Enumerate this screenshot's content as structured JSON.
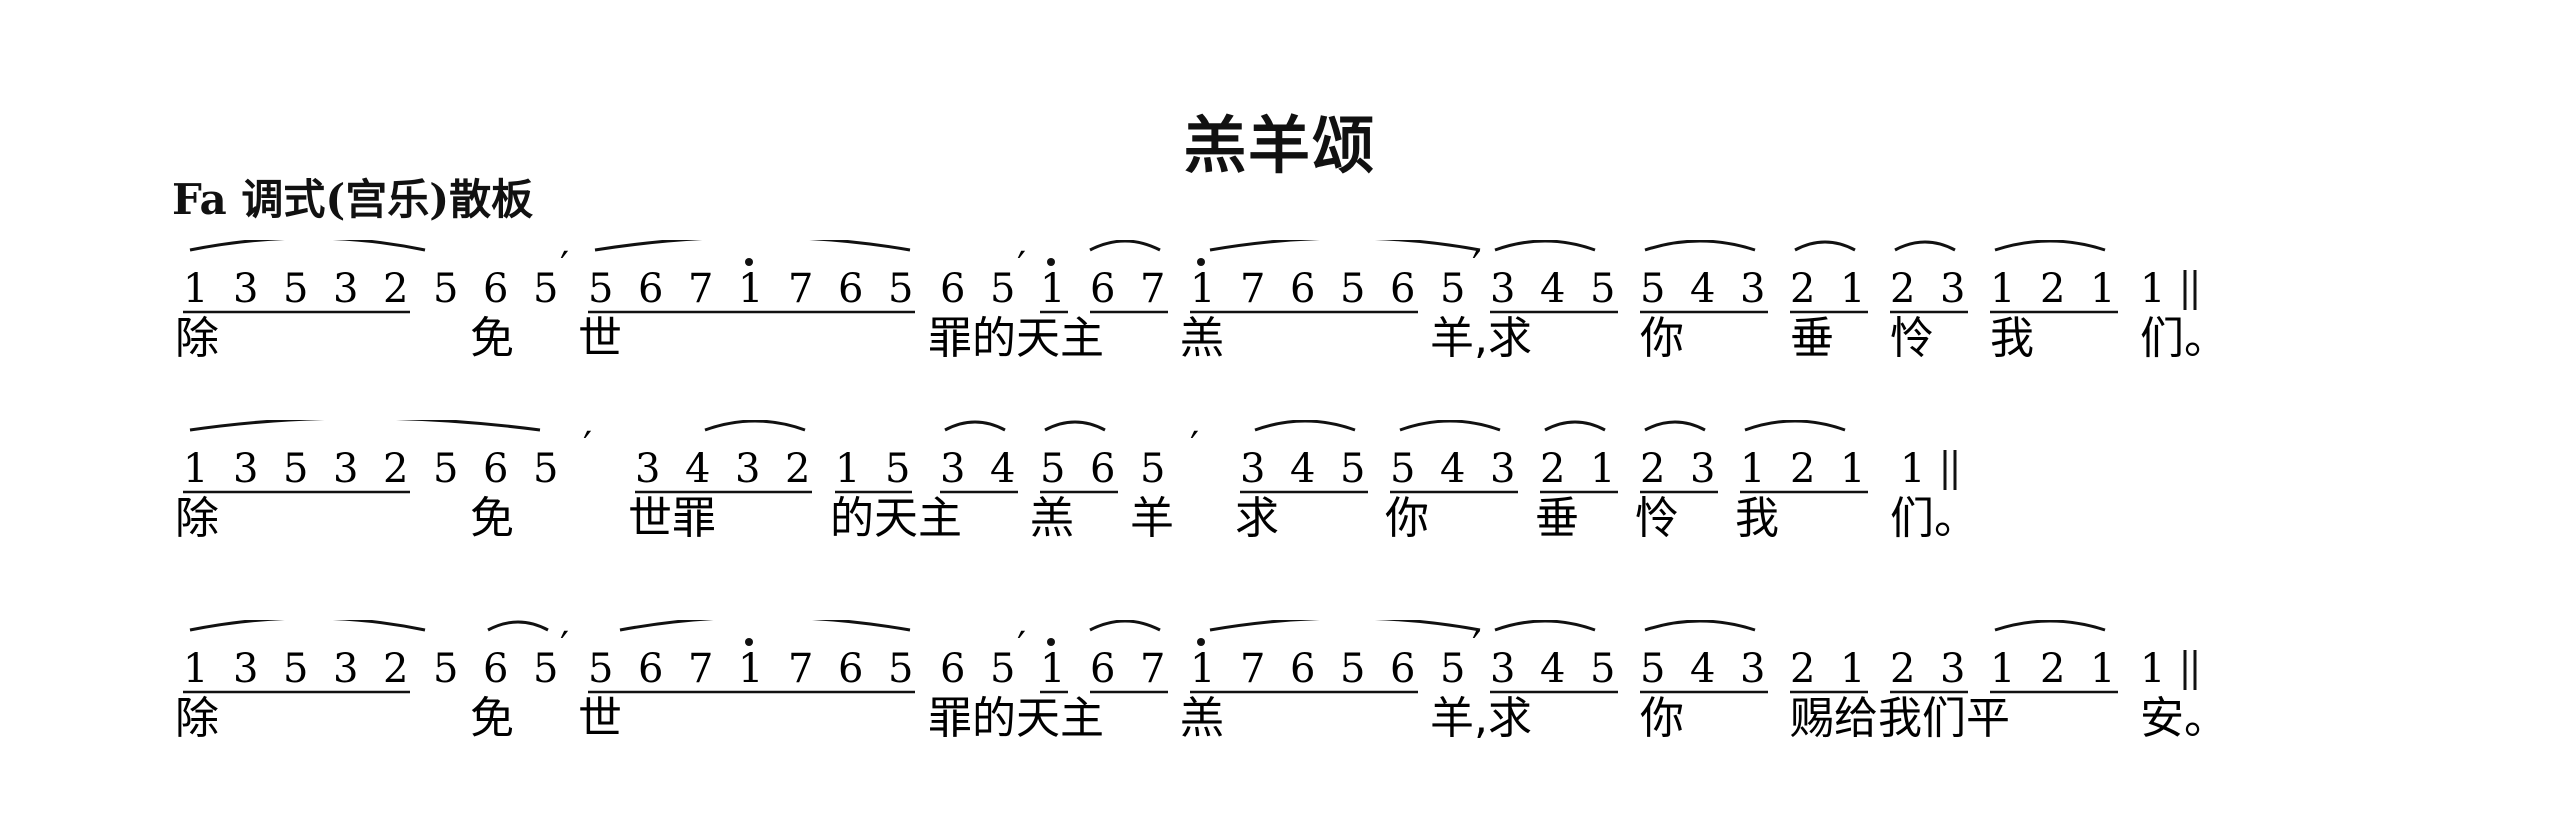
{
  "title": "羔羊颂",
  "mode_label": "Fa 调式(宫乐)散板",
  "rows": [
    {
      "notes": [
        "1",
        "3",
        "5",
        "3",
        "2",
        "5",
        "6",
        "5",
        "′",
        "5",
        "6",
        "7",
        "i",
        "7",
        "6",
        "5",
        "6",
        "5",
        "′",
        "i",
        "6",
        "7",
        "i",
        "7",
        "6",
        "5",
        "6",
        "5",
        "′",
        "3",
        "4",
        "5",
        "5",
        "4",
        "3",
        "2",
        "1",
        "2",
        "3",
        "1",
        "2",
        "1",
        "1"
      ],
      "lyrics": [
        "除",
        "免",
        "世",
        "罪的天主",
        "羔",
        "羊,求",
        "你",
        "垂",
        "怜",
        "我",
        "们。"
      ]
    },
    {
      "notes": [
        "1",
        "3",
        "5",
        "3",
        "2",
        "5",
        "6",
        "5",
        "′",
        "3",
        "4",
        "3",
        "2",
        "1",
        "5",
        "3",
        "4",
        "5",
        "6",
        "5",
        "′",
        "3",
        "4",
        "5",
        "5",
        "4",
        "3",
        "2",
        "1",
        "2",
        "3",
        "1",
        "2",
        "1",
        "1"
      ],
      "lyrics": [
        "除",
        "免",
        "世罪",
        "的天主",
        "羔",
        "羊",
        "求",
        "你",
        "垂",
        "怜",
        "我",
        "们。"
      ]
    },
    {
      "notes": [
        "1",
        "3",
        "5",
        "3",
        "2",
        "5",
        "6",
        "5",
        "′",
        "5",
        "6",
        "7",
        "i",
        "7",
        "6",
        "5",
        "6",
        "5",
        "′",
        "i",
        "6",
        "7",
        "i",
        "7",
        "6",
        "5",
        "6",
        "5",
        "′",
        "3",
        "4",
        "5",
        "5",
        "4",
        "3",
        "2",
        "1",
        "2",
        "3",
        "1",
        "2",
        "1",
        "1"
      ],
      "lyrics": [
        "除",
        "免",
        "世",
        "罪的天主",
        "羔",
        "羊,求",
        "你",
        "赐给我们平",
        "安。"
      ]
    }
  ]
}
